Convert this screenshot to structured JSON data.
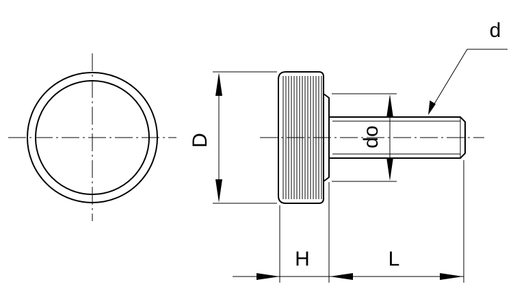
{
  "drawing": {
    "labels": {
      "diameter_head": "D",
      "diameter_shoulder": "do",
      "thread": "d",
      "head_height": "H",
      "length": "L"
    },
    "colors": {
      "line": "#000000",
      "background": "#ffffff"
    }
  }
}
